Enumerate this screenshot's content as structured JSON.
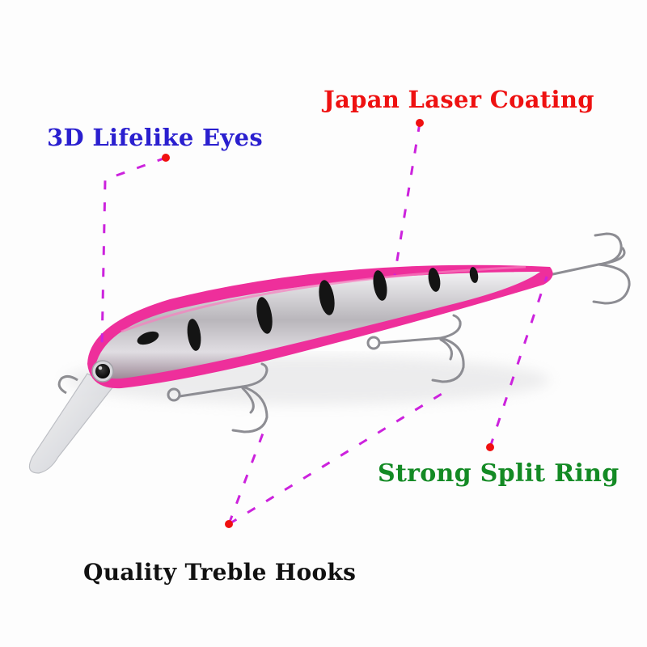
{
  "product": {
    "type": "minnow fishing lure",
    "body_color": "#ee2f9b",
    "side_color": "#c9c6c9",
    "spot_color": "#141414",
    "lip_color": "#dcdde0"
  },
  "callouts": [
    {
      "id": "eyes",
      "text": "3D Lifelike Eyes",
      "color": "#2a1fcf"
    },
    {
      "id": "coating",
      "text": "Japan Laser Coating",
      "color": "#ee1111"
    },
    {
      "id": "ring",
      "text": "Strong Split Ring",
      "color": "#138a24"
    },
    {
      "id": "hooks",
      "text": "Quality Treble Hooks",
      "color": "#111111"
    }
  ],
  "style": {
    "leader_line_color": "#cc22dd",
    "dot_color": "#f01010"
  }
}
